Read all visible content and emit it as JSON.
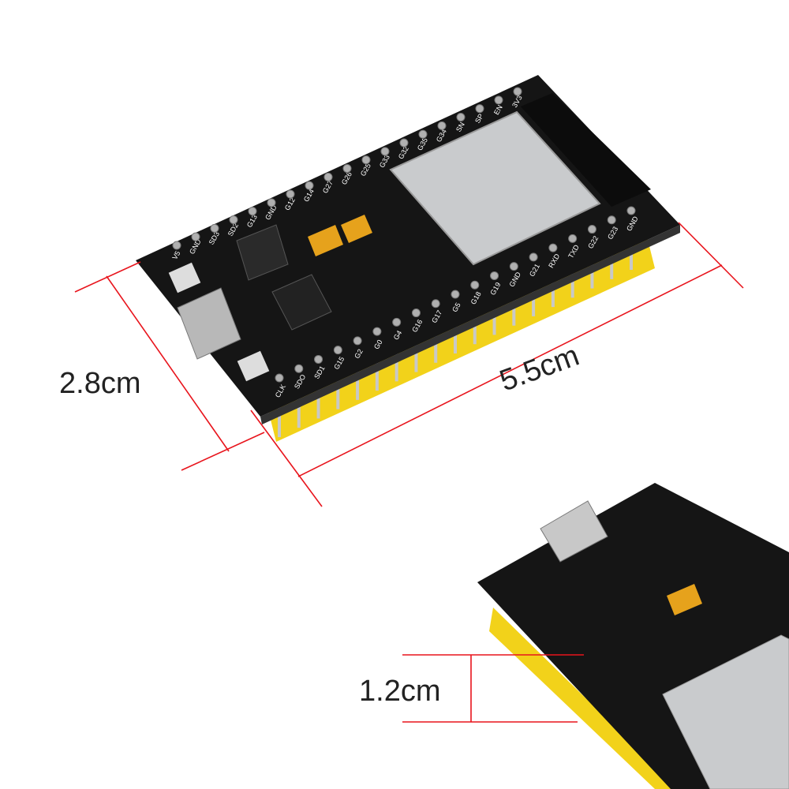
{
  "dimensions": {
    "width_label": "2.8cm",
    "length_label": "5.5cm",
    "height_label": "1.2cm"
  },
  "board": {
    "top_pins": [
      "V5",
      "GND",
      "SD3",
      "SD2",
      "G13",
      "GND",
      "G12",
      "G14",
      "G27",
      "G26",
      "G25",
      "G33",
      "G32",
      "G35",
      "G34",
      "SN",
      "SP",
      "EN",
      "3V3"
    ],
    "bottom_pins": [
      "CLK",
      "SDO",
      "SD1",
      "G15",
      "G2",
      "G0",
      "G4",
      "G16",
      "G17",
      "G5",
      "G18",
      "G19",
      "GND",
      "G21",
      "RXD",
      "TXD",
      "G22",
      "G23",
      "GND"
    ]
  },
  "colors": {
    "dimension_line": "#e8141c",
    "pcb": "#151515",
    "header": "#f2d21a",
    "shield": "#c9cbcd"
  }
}
